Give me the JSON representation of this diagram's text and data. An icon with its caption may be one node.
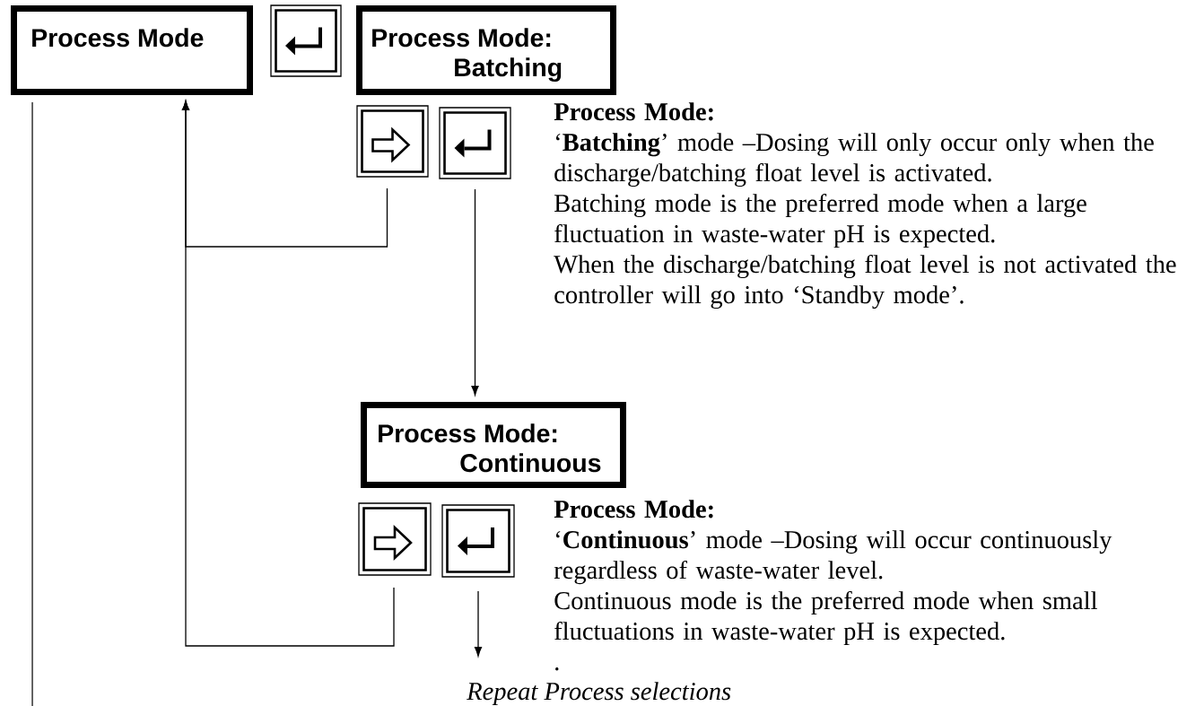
{
  "diagram": {
    "nodes": [
      {
        "text": [
          "Process Mode"
        ]
      },
      {
        "text": [],
        "shape": "box"
      },
      {
        "text": [
          "Process Mode:",
          "Batching"
        ]
      },
      {
        "text": [],
        "shape": "box"
      },
      {
        "text": [],
        "shape": "box"
      },
      {
        "text": [
          "Process Mode:",
          "Continuous"
        ]
      },
      {
        "text": [],
        "shape": "box"
      },
      {
        "text": [],
        "shape": "box"
      },
      {
        "text": [
          "Repeat Process selections"
        ]
      }
    ],
    "edges": [
      {
        "from": 3,
        "to": 0,
        "arrow": "to"
      },
      {
        "from": 4,
        "to": 5,
        "arrow": "to"
      },
      {
        "from": 6,
        "to": 0,
        "arrow": "to"
      },
      {
        "from": 7,
        "to": 8,
        "arrow": "to"
      },
      {
        "from": 0,
        "to": null,
        "arrow": "none"
      }
    ],
    "labels": [
      "Process Mode:",
      "‘**Batching**’ mode –Dosing will only occur only when the discharge/batching float level is activated.",
      "Batching mode is the preferred mode when a large fluctuation in waste-water pH is expected.",
      "When the discharge/batching float level is not activated the controller will go into ‘Standby mode’.",
      "Process Mode:",
      "‘**Continuous**’ mode –Dosing will occur continuously regardless of waste-water level.",
      "Continuous mode is the preferred mode when small fluctuations in waste-water pH is expected.",
      "."
    ]
  }
}
